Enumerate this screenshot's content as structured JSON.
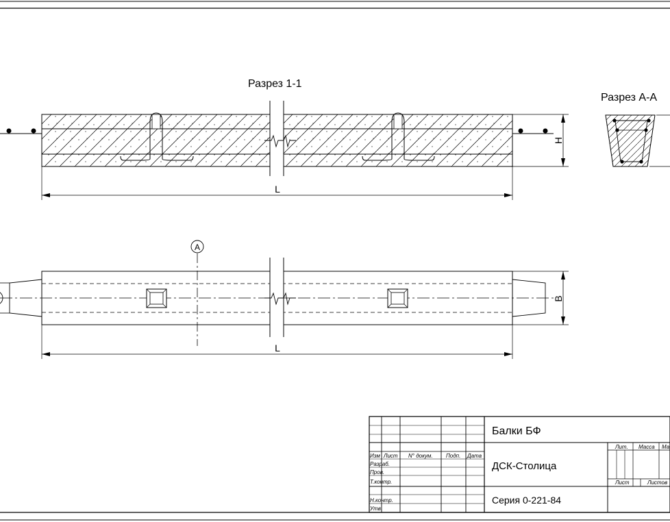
{
  "section_1_1": {
    "title": "Разрез 1-1",
    "length_label": "L",
    "height_label": "H"
  },
  "section_a_a": {
    "title": "Разрез А-А"
  },
  "plan_view": {
    "length_label": "L",
    "width_label": "B",
    "axis_label": "A"
  },
  "title_block": {
    "product_name": "Балки БФ",
    "company": "ДСК-Столица",
    "series": "Серия 0-221-84",
    "col_headers": [
      "Изм",
      "Лист",
      "N° докум.",
      "Подп.",
      "Дата"
    ],
    "row_labels": [
      "Разраб.",
      "Пров.",
      "Т.контр.",
      "",
      "Н.контр.",
      "Утв."
    ],
    "lit_label": "Лит.",
    "mass_label": "Масса",
    "scale_label": "Ма",
    "sheet_label": "Лист",
    "sheets_label": "Листов"
  }
}
